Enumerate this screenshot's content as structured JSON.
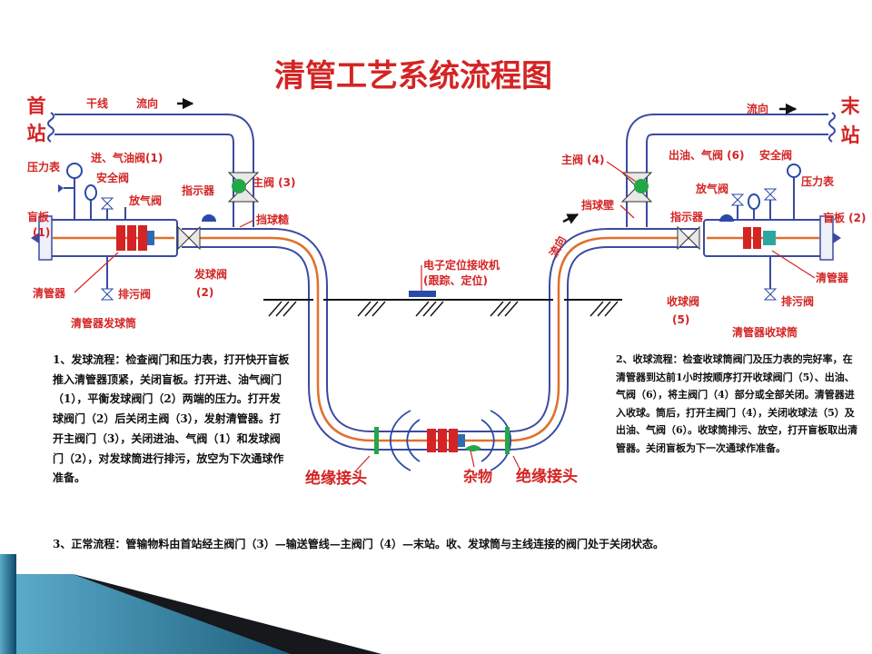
{
  "title": "清管工艺系统流程图",
  "labels": {
    "start_station": [
      "首",
      "站"
    ],
    "end_station": [
      "末",
      "站"
    ],
    "trunk_line": "干线",
    "flow_dir_left": "流向",
    "flow_dir_right": "流向",
    "flow_dir_slope": "流向",
    "pressure_gauge_left": "压力表",
    "inlet_gas_valve": "进、气油阀(1)",
    "safety_valve_left": "安全阀",
    "vent_valve_left": "放气阀",
    "blind_plate_left": [
      "盲板",
      "(1)"
    ],
    "indicator_left": "指示器",
    "main_valve_3": "主阀 (3)",
    "ball_stop_left": "挡球糙",
    "pig_left": "清管器",
    "drain_valve_left": "排污阀",
    "launch_valve": [
      "发球阀",
      "(2)"
    ],
    "launcher": "清管器发球筒",
    "main_valve_4": "主阀 (4)",
    "outlet_gas_valve": "出油、气阀 (6)",
    "safety_valve_right": "安全阀",
    "pressure_gauge_right": "压力表",
    "vent_valve_right": "放气阀",
    "indicator_right": "指示器",
    "blind_plate_right": "盲板 (2)",
    "ball_stop_right": "挡球壁",
    "receive_valve": [
      "收球阀",
      "(5)"
    ],
    "pig_right": "清管器",
    "drain_valve_right": "排污阀",
    "receiver": "清管器收球筒",
    "locator": [
      "电子定位接收机",
      "(跟踪、定位)"
    ],
    "insulation_left": "绝缘接头",
    "debris": "杂物",
    "insulation_right": "绝缘接头"
  },
  "paragraphs": {
    "launch": "1、发球流程：检查阀门和压力表，打开快开盲板推入清管器顶紧，关闭盲板。打开进、油气阀门（1），平衡发球阀门（2）两端的压力。打开发球阀门（2）后关闭主阀（3），发射清管器。打开主阀门（3），关闭进油、气阀（1）和发球阀门（2），对发球筒进行排污，放空为下次通球作准备。",
    "receive": "2、收球流程：检查收球筒阀门及压力表的完好率，在清管器到达前1小时按顺序打开收球阀门（5）、出油、气阀（6），将主阀门（4）部分或全部关闭。清管器进入收球。筒后，打开主阀门（4），关闭收球法（5）及出油、气阀（6）。收球筒排污、放空，打开盲板取出清管器。关闭盲板为下一次通球作准备。",
    "normal": "3、正常流程：管输物料由首站经主阀门（3）—输送管线—主阀门（4）—末站。收、发球筒与主线连接的阀门处于关闭状态。"
  },
  "colors": {
    "accent": "#d42424",
    "pipe_outline": "#3b4aa0",
    "pipe_core": "#e0702c",
    "valve_green": "#22a844",
    "gauge_blue": "#2a4aa8",
    "corner_dark": "#16181c",
    "corner_blue": "#2d7fa3"
  }
}
